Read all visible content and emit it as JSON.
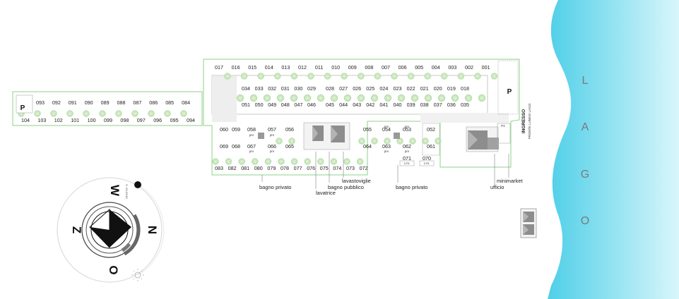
{
  "lake_letters": [
    "L",
    "A",
    "G",
    "O"
  ],
  "entrance": {
    "title": "INGRESSO",
    "subtitle": "FRONTE LUNGO LAGO"
  },
  "parking_symbol": "P",
  "rows": {
    "top_row": [
      "017",
      "016",
      "015",
      "014",
      "013",
      "012",
      "011",
      "010",
      "009",
      "008",
      "007",
      "006",
      "005",
      "004",
      "003",
      "002",
      "001"
    ],
    "row_b_left": [
      "034",
      "033",
      "032",
      "031",
      "030",
      "029"
    ],
    "row_b_right": [
      "028",
      "027",
      "026",
      "025",
      "024",
      "023",
      "022",
      "021",
      "020",
      "019",
      "018"
    ],
    "row_c_left": [
      "051",
      "050",
      "049",
      "048",
      "047",
      "046"
    ],
    "row_c_right": [
      "045",
      "044",
      "043",
      "042",
      "041",
      "040",
      "039",
      "038",
      "037",
      "036",
      "035"
    ],
    "west_top": [
      "093",
      "092",
      "091",
      "090",
      "089",
      "088",
      "087",
      "086",
      "085",
      "084"
    ],
    "west_bottom": [
      "104",
      "103",
      "102",
      "101",
      "100",
      "099",
      "098",
      "097",
      "096",
      "095",
      "094"
    ],
    "bottom_row": [
      "083",
      "082",
      "081",
      "080",
      "079",
      "078",
      "077",
      "076",
      "075",
      "074",
      "073",
      "072"
    ]
  },
  "middle": {
    "p060": "060",
    "p059": "059",
    "p058": "058",
    "p057": "057",
    "p056": "056",
    "p069": "069",
    "p068": "068",
    "p067": "067",
    "p066": "066",
    "p065": "065",
    "p055": "055",
    "p054": "054",
    "p053": "053",
    "p064": "064",
    "p063": "063",
    "p062": "062",
    "p052": "052",
    "p061": "061",
    "p071": "071",
    "p070": "070"
  },
  "tags": {
    "prv": "prv",
    "cm": "c.m.",
    "pp": "P2"
  },
  "annotations": {
    "bagno_privato_1": "bagno privato",
    "lavatrice": "lavatrice",
    "lavastoviglie": "lavastoviglie",
    "bagno_pubblico": "bagno pubblico",
    "bagno_privato_2": "bagno privato",
    "minimarket": "minimarket",
    "ufficio": "ufficio"
  },
  "compass": {
    "W": "W",
    "Z": "Z",
    "N": "N",
    "O": "O",
    "marker": "S. GIUGNO"
  },
  "colors": {
    "lake": "#6ad8ec",
    "hedge": "#8fd28a",
    "tree": "#c7e5bd",
    "building": "#9a9a9a",
    "road": "#ececec"
  }
}
